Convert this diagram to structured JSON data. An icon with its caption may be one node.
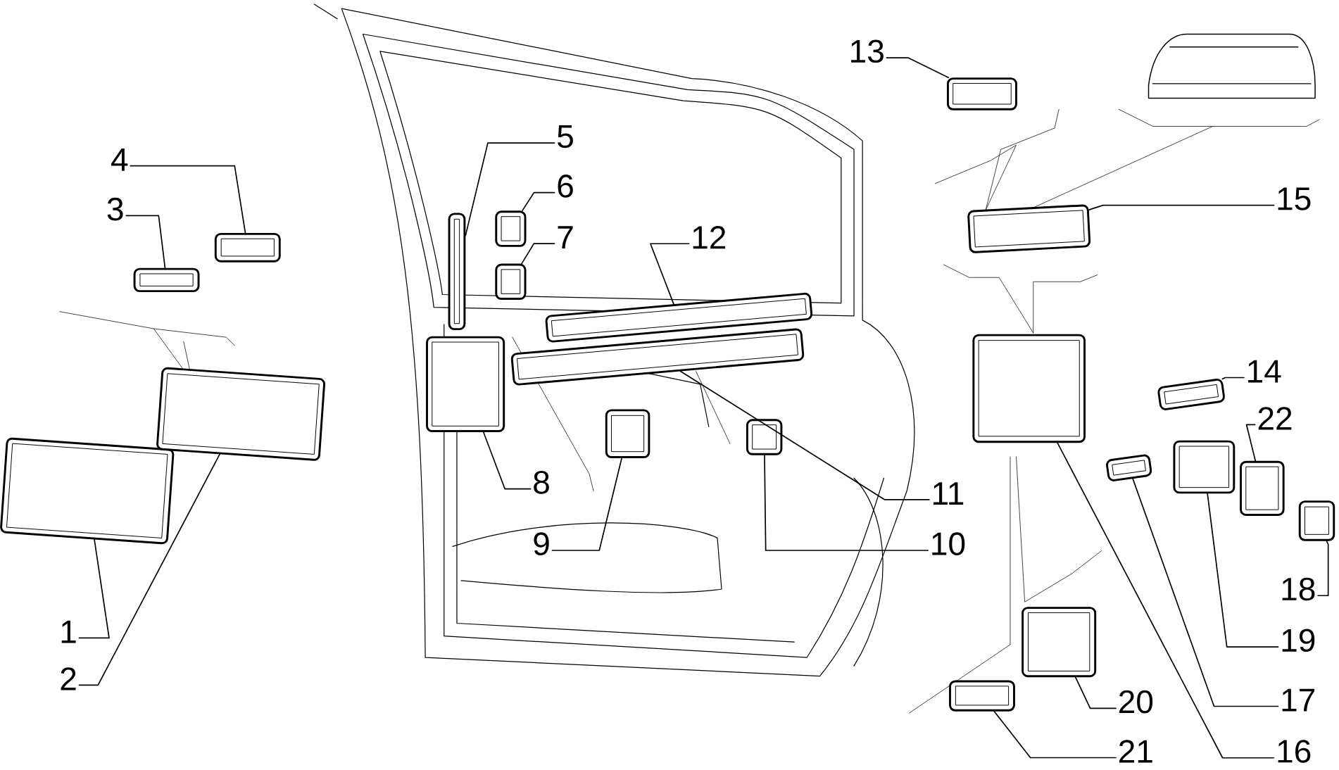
{
  "diagram": {
    "nodes": [
      {
        "text": [
          "1"
        ]
      },
      {
        "text": [
          "2"
        ]
      },
      {
        "text": [
          "3"
        ]
      },
      {
        "text": [
          "4"
        ]
      },
      {
        "text": [
          "5"
        ]
      },
      {
        "text": [
          "6"
        ]
      },
      {
        "text": [
          "7"
        ]
      },
      {
        "text": [
          "8"
        ]
      },
      {
        "text": [
          "9"
        ]
      },
      {
        "text": [
          "10"
        ]
      },
      {
        "text": [
          "11"
        ]
      },
      {
        "text": [
          "12"
        ]
      },
      {
        "text": [
          "13"
        ]
      },
      {
        "text": [
          "14"
        ]
      },
      {
        "text": [
          "15"
        ]
      },
      {
        "text": [
          "16"
        ]
      },
      {
        "text": [
          "17"
        ]
      },
      {
        "text": [
          "18"
        ]
      },
      {
        "text": [
          "19"
        ]
      },
      {
        "text": [
          "20"
        ]
      },
      {
        "text": [
          "21"
        ]
      },
      {
        "text": [
          "22"
        ]
      },
      {
        "text": [],
        "shape": "picture"
      },
      {
        "text": [],
        "shape": "picture"
      },
      {
        "text": [],
        "shape": "picture"
      },
      {
        "text": [],
        "shape": "picture"
      },
      {
        "text": [],
        "shape": "picture"
      },
      {
        "text": [],
        "shape": "picture"
      },
      {
        "text": [],
        "shape": "picture"
      },
      {
        "text": [],
        "shape": "picture"
      },
      {
        "text": [],
        "shape": "picture"
      },
      {
        "text": [],
        "shape": "picture"
      },
      {
        "text": [],
        "shape": "picture"
      },
      {
        "text": [],
        "shape": "picture"
      },
      {
        "text": [],
        "shape": "picture"
      },
      {
        "text": [],
        "shape": "picture"
      },
      {
        "text": [],
        "shape": "picture"
      },
      {
        "text": [],
        "shape": "picture"
      },
      {
        "text": [],
        "shape": "picture"
      },
      {
        "text": [],
        "shape": "picture"
      },
      {
        "text": [],
        "shape": "picture"
      },
      {
        "text": [],
        "shape": "picture"
      },
      {
        "text": [],
        "shape": "picture"
      },
      {
        "text": [],
        "shape": "picture"
      }
    ],
    "edges": [
      {
        "from": 0,
        "to": 22,
        "arrow": "none"
      },
      {
        "from": 1,
        "to": 23,
        "arrow": "none"
      },
      {
        "from": 2,
        "to": 24,
        "arrow": "none"
      },
      {
        "from": 3,
        "to": 25,
        "arrow": "none"
      },
      {
        "from": 4,
        "to": 26,
        "arrow": "none"
      },
      {
        "from": 5,
        "to": 27,
        "arrow": "none"
      },
      {
        "from": 6,
        "to": 28,
        "arrow": "none"
      },
      {
        "from": 7,
        "to": 29,
        "arrow": "none"
      },
      {
        "from": 8,
        "to": 30,
        "arrow": "none"
      },
      {
        "from": 9,
        "to": 31,
        "arrow": "none"
      },
      {
        "from": 10,
        "to": 32,
        "arrow": "none"
      },
      {
        "from": 11,
        "to": 33,
        "arrow": "none"
      },
      {
        "from": 12,
        "to": 34,
        "arrow": "none"
      },
      {
        "from": 13,
        "to": 35,
        "arrow": "none"
      },
      {
        "from": 14,
        "to": 36,
        "arrow": "none"
      },
      {
        "from": 15,
        "to": 37,
        "arrow": "none"
      },
      {
        "from": 16,
        "to": 38,
        "arrow": "none"
      },
      {
        "from": 17,
        "to": 39,
        "arrow": "none"
      },
      {
        "from": 18,
        "to": 40,
        "arrow": "none"
      },
      {
        "from": 19,
        "to": 41,
        "arrow": "none"
      },
      {
        "from": 20,
        "to": 42,
        "arrow": "none"
      },
      {
        "from": 21,
        "to": 43,
        "arrow": "none"
      }
    ]
  }
}
